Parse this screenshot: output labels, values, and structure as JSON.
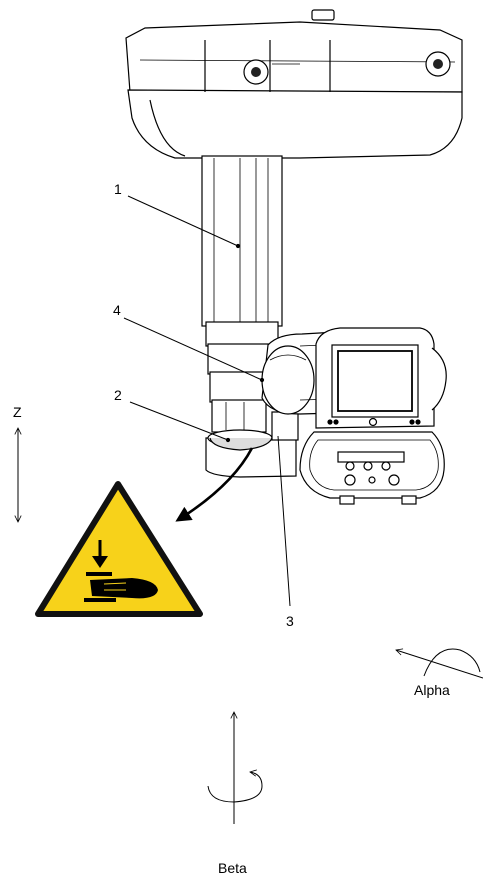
{
  "callouts": {
    "one": "1",
    "two": "2",
    "three": "3",
    "four": "4"
  },
  "axes": {
    "z": "Z",
    "alpha": "Alpha",
    "beta": "Beta"
  },
  "colors": {
    "line": "#000000",
    "device_fill": "#ffffff",
    "device_shadow": "#e6e6e6",
    "warning_yellow": "#f7d21a",
    "warning_border": "#111111"
  },
  "icons": {
    "warning": "hand-crush-warning-icon",
    "rotation": "rotation-arrow-icon"
  }
}
